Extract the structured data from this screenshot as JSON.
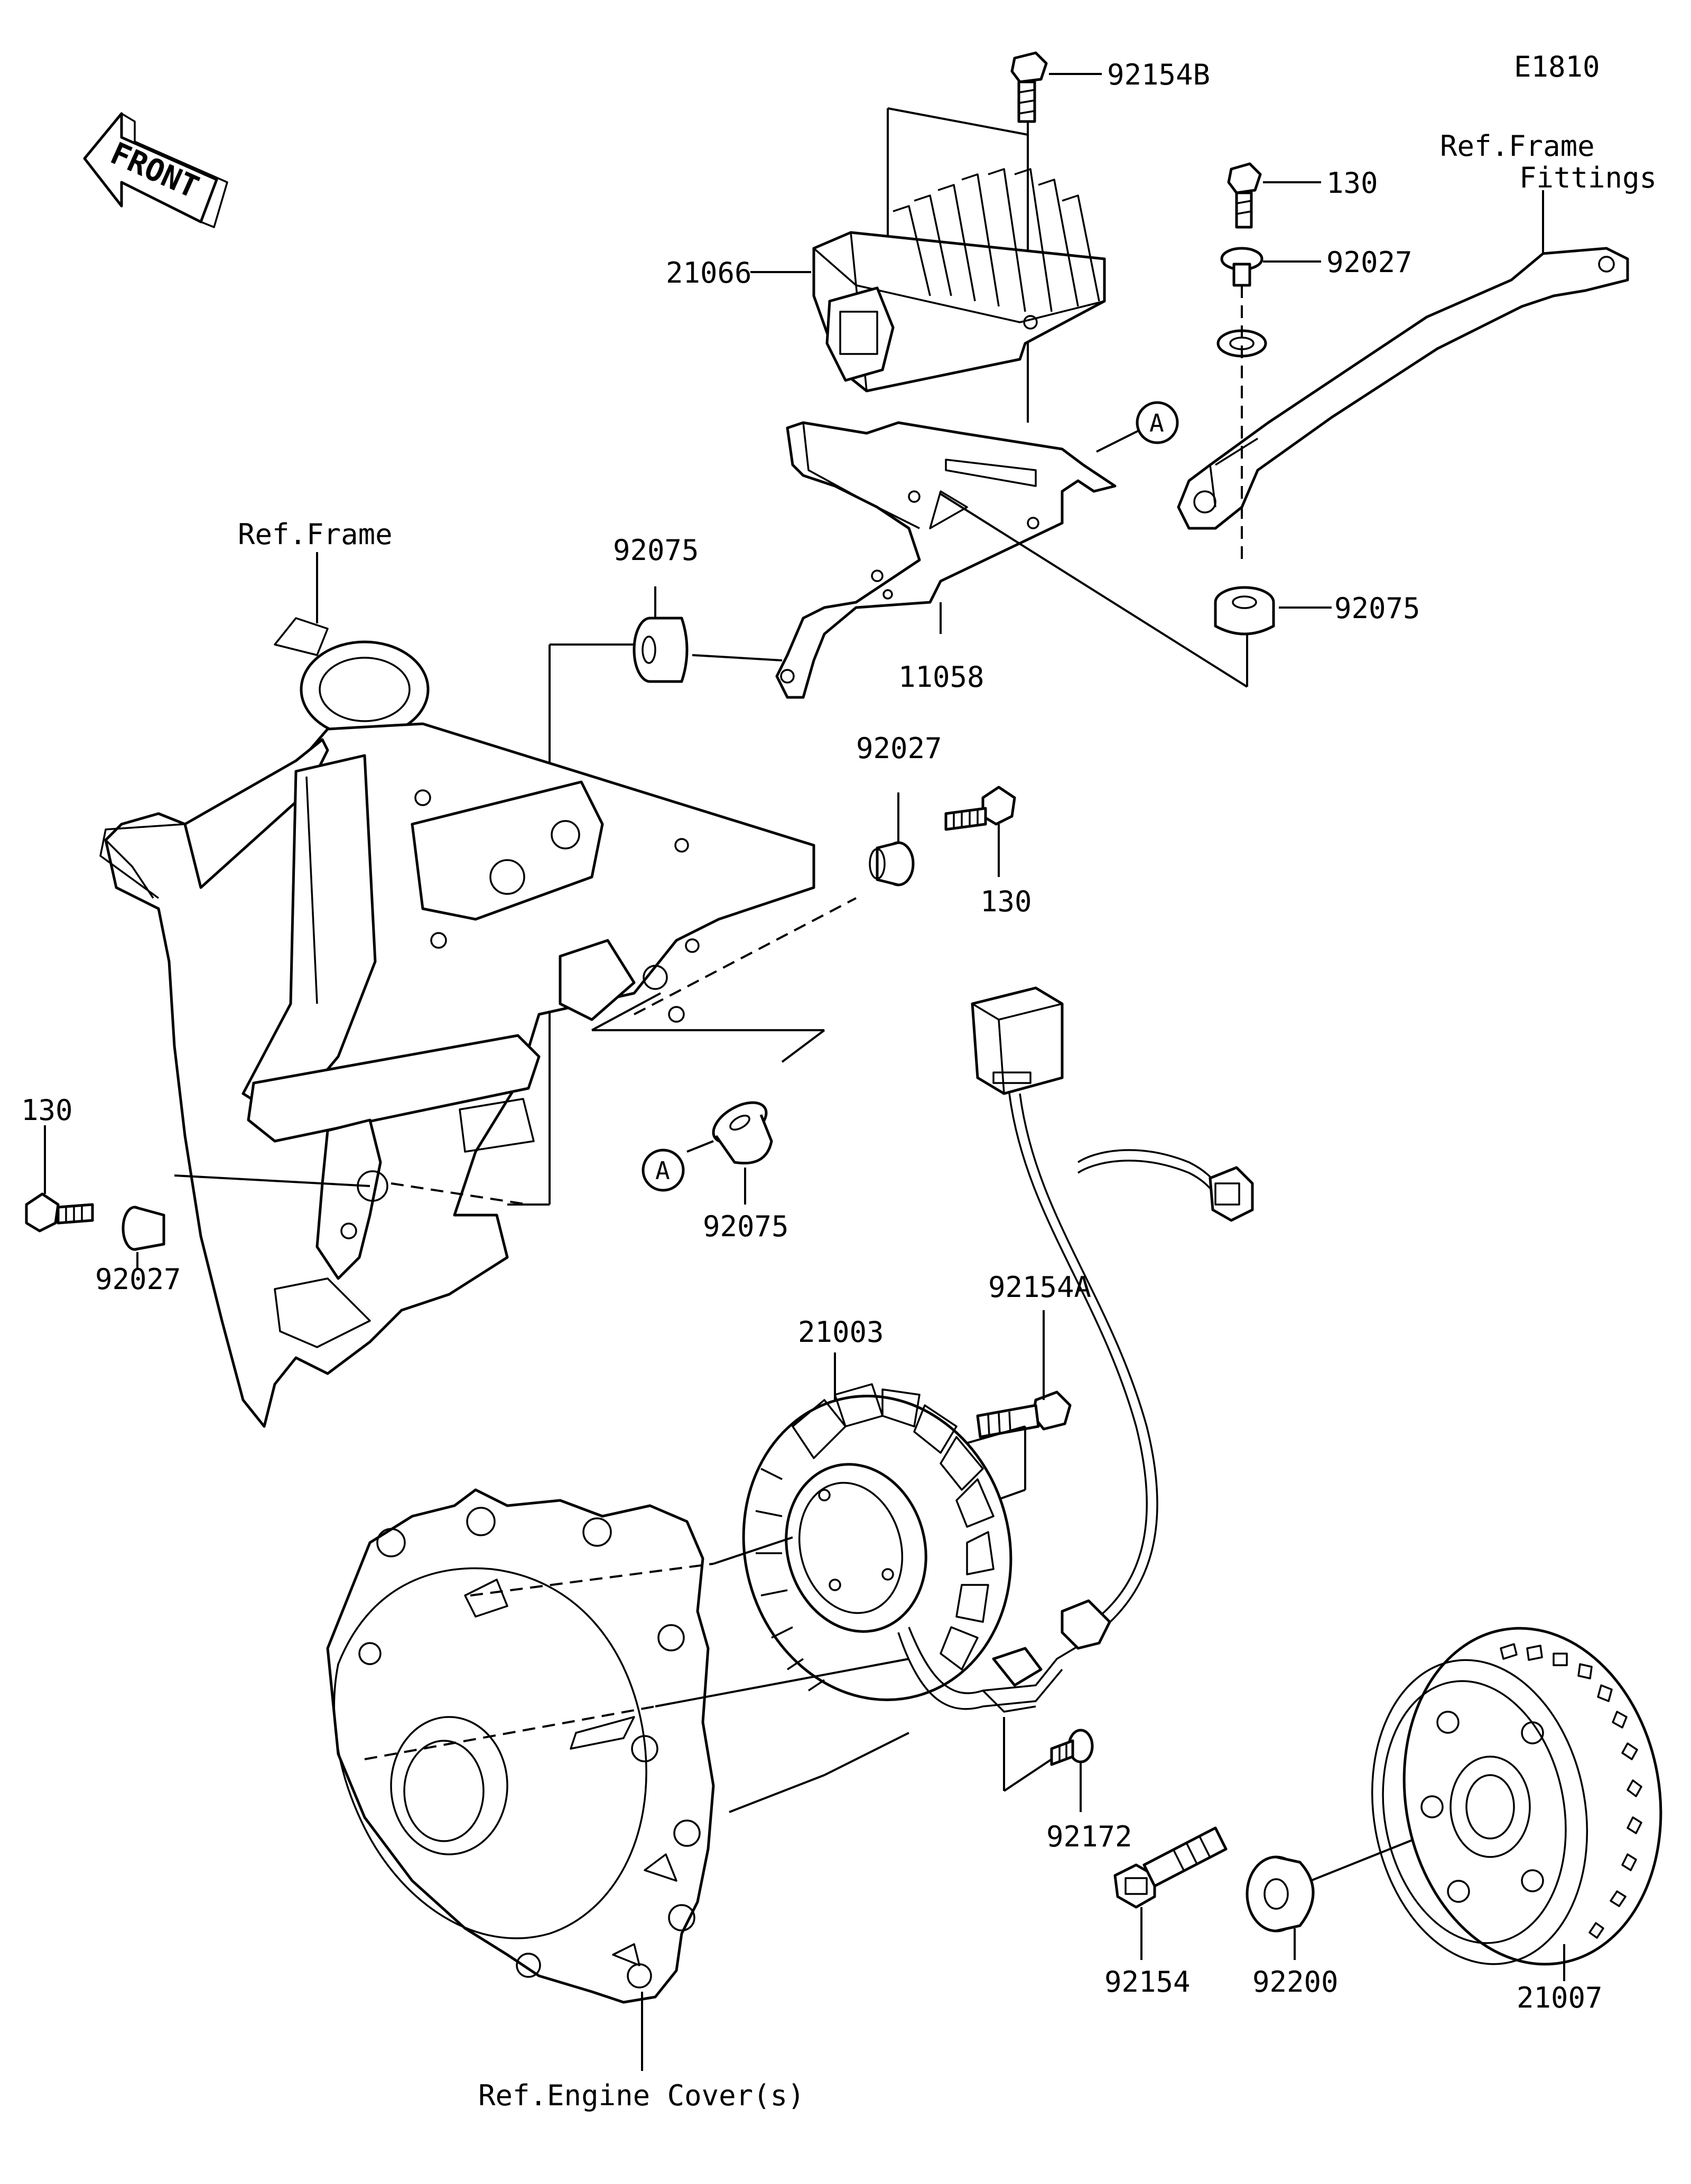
{
  "diagram_code": "E1810",
  "front_marker": "FRONT",
  "callout_letter": "A",
  "parts": {
    "bolt_92154B": "92154B",
    "regulator_21066": "21066",
    "bolt_130_top": "130",
    "collar_92027_top": "92027",
    "grommet_92075_right": "92075",
    "bracket_11058": "11058",
    "grommet_92075_left": "92075",
    "collar_92027_mid": "92027",
    "bolt_130_mid": "130",
    "grommet_92075_center": "92075",
    "bolt_130_left": "130",
    "collar_92027_left": "92027",
    "bolt_92154A": "92154A",
    "stator_21003": "21003",
    "screw_92172": "92172",
    "washer_92200": "92200",
    "rotor_21007": "21007",
    "bolt_92154": "92154"
  },
  "refs": {
    "frame_fittings_line1": "Ref.Frame",
    "frame_fittings_line2": "Fittings",
    "frame": "Ref.Frame",
    "engine_cover": "Ref.Engine Cover(s)"
  }
}
